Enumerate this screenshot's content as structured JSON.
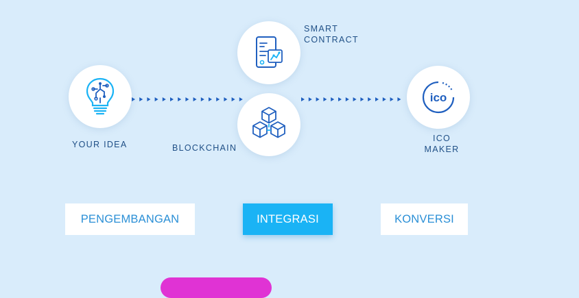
{
  "nodes": {
    "your_idea": {
      "label": "YOUR IDEA",
      "icon": "lightbulb-circuit-icon"
    },
    "smart_contract": {
      "line1": "SMART",
      "line2": "CONTRACT",
      "icon": "contract-document-icon"
    },
    "blockchain": {
      "label": "BLOCKCHAIN",
      "icon": "blockchain-cubes-icon"
    },
    "ico_maker": {
      "line1": "ICO",
      "line2": "MAKER",
      "icon": "ico-badge-icon",
      "badge_text": "ico"
    }
  },
  "tabs": [
    {
      "label": "PENGEMBANGAN",
      "active": false
    },
    {
      "label": "INTEGRASI",
      "active": true
    },
    {
      "label": "KONVERSI",
      "active": false
    }
  ],
  "colors": {
    "background": "#d9ecfb",
    "icon_blue": "#1f5fbf",
    "icon_cyan": "#1ab3f5",
    "text_navy": "#1f4f86",
    "tab_text": "#2a8fd6",
    "tab_active_bg": "#1ab3f5",
    "pink_button": "#e033d4"
  }
}
